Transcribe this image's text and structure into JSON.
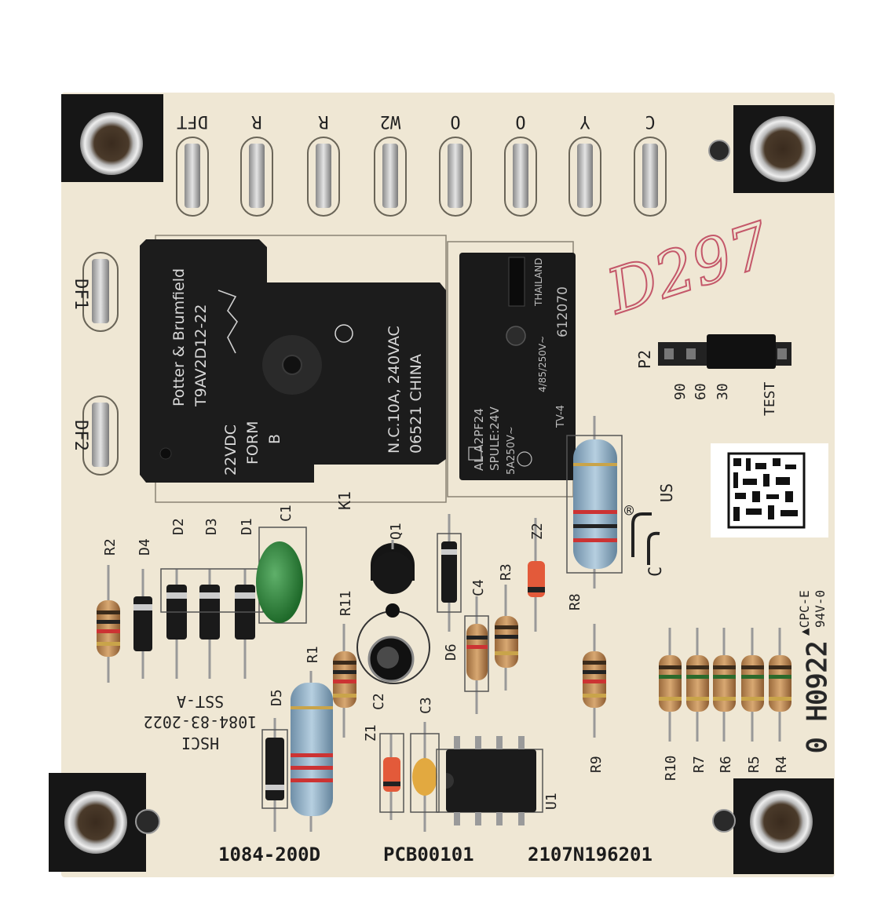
{
  "board": {
    "pcb_color": "#efe7d4",
    "mask_color": "#161616",
    "part_number": "1084-200D",
    "pcb_code": "PCB00101",
    "serial": "2107N196201",
    "model_lines": [
      "HSCI",
      "1084-83-2022",
      "SST-A"
    ],
    "ul_mark": "®",
    "ul_c": "C",
    "ul_us": "US",
    "cpc_lines": [
      "▲CPC-E",
      "94V-0"
    ],
    "date_code": "0 H0922",
    "handwritten": "D297"
  },
  "terminals_top": [
    "DFT",
    "R",
    "R",
    "W2",
    "O",
    "O",
    "Y",
    "C"
  ],
  "terminals_side": [
    "DF1",
    "DF2"
  ],
  "relay_k1": {
    "line1": "Potter & Brumfield",
    "line2": "T9AV2D12-22",
    "line3": "22VDC",
    "line4": "FORM",
    "line5": "B",
    "rating1": "N.C.10A, 240VAC",
    "rating2": "06521  CHINA",
    "ref": "K1"
  },
  "relay_k2": {
    "brand_code": "AL A2PF24",
    "coil": "SPULE:24V",
    "rating": "5A250V~",
    "country": "THAILAND",
    "rating2": "4/85/250V~",
    "lot": "612070",
    "type": "TV-4"
  },
  "jumper_p2": {
    "label": "P2",
    "positions": [
      "90",
      "60",
      "30",
      "TEST"
    ]
  },
  "refs": {
    "r2": "R2",
    "d4": "D4",
    "d2": "D2",
    "d3": "D3",
    "d1": "D1",
    "c1": "C1",
    "q1": "Q1",
    "z2": "Z2",
    "r11": "R11",
    "c4": "C4",
    "r3": "R3",
    "d6": "D6",
    "r8": "R8",
    "r1": "R1",
    "c2": "C2",
    "c3": "C3",
    "d5": "D5",
    "z1": "Z1",
    "u1": "U1",
    "r9": "R9",
    "r10": "R10",
    "r7": "R7",
    "r6": "R6",
    "r5": "R5",
    "r4": "R4"
  }
}
